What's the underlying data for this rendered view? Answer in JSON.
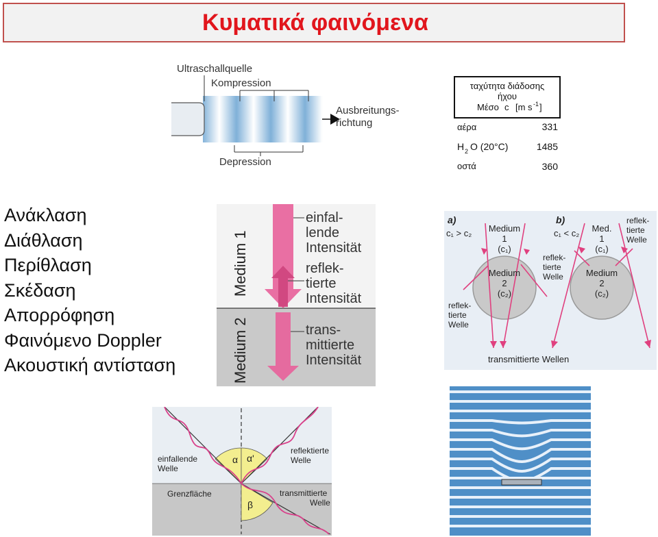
{
  "title": "Κυματικά φαινόμενα",
  "topics": [
    "Ανάκλαση",
    "Διάθλαση",
    "Περίθλαση",
    "Σκέδαση",
    "Απορρόφηση",
    "Φαινόμενο Doppler",
    "Ακουστική αντίσταση"
  ],
  "ultrasound_figure": {
    "source_label": "Ultraschallquelle",
    "compression_label": "Kompression",
    "direction_label_1": "Ausbreitungs-",
    "direction_label_2": "richtung",
    "depression_label": "Depression"
  },
  "speed_table": {
    "header_1": "ταχύτητα διάδοσης",
    "header_2": "ήχου",
    "medium_header": "Μέσο",
    "speed_symbol": "c",
    "unit": "[m s",
    "unit_exp": "-1",
    "unit_close": "]",
    "rows": [
      {
        "medium": "αέρα",
        "value": "331"
      },
      {
        "medium_base": "H",
        "medium_sub": "2",
        "medium_rest": "O (20°C)",
        "value": "1485"
      },
      {
        "medium": "οστά",
        "value": "360"
      }
    ]
  },
  "intensity_figure": {
    "medium1": "Medium 1",
    "medium2": "Medium 2",
    "incident_1": "einfal-",
    "incident_2": "lende",
    "incident_3": "Intensität",
    "reflected_1": "reflek-",
    "reflected_2": "tierte",
    "reflected_3": "Intensität",
    "transmitted_1": "trans-",
    "transmitted_2": "mittierte",
    "transmitted_3": "Intensität"
  },
  "refraction_figure": {
    "a_label": "a)",
    "a_condition": "c₁ > c₂",
    "b_label": "b)",
    "b_condition": "c₁ < c₂",
    "a_medium1": "Medium",
    "a_medium1_num": "1",
    "a_medium1_c": "(c₁)",
    "a_medium2": "Medium",
    "a_medium2_num": "2",
    "a_medium2_c": "(c₂)",
    "b_medium1": "Med.",
    "b_medium1_num": "1",
    "b_medium1_c": "(c₁)",
    "b_medium2": "Medium",
    "b_medium2_num": "2",
    "b_medium2_c": "(c₂)",
    "reflected_a_1": "reflek-",
    "reflected_a_2": "tierte",
    "reflected_a_3": "Welle",
    "reflected_b_1": "reflek-",
    "reflected_b_2": "tierte",
    "reflected_b_3": "Welle",
    "reflected_c_1": "reflek-",
    "reflected_c_2": "tierte",
    "reflected_c_3": "Welle",
    "transmitted": "transmittierte Wellen"
  },
  "wave_interface_figure": {
    "incident_1": "einfallende",
    "incident_2": "Welle",
    "reflected_1": "reflektierte",
    "reflected_2": "Welle",
    "interface": "Grenzfläche",
    "transmitted_1": "transmittierte",
    "transmitted_2": "Welle",
    "alpha": "α",
    "alpha_prime": "α'",
    "beta": "β"
  },
  "colors": {
    "title_red": "#e1161d",
    "title_border": "#c0504d",
    "pink_arrow": "#e8609a",
    "wave_blue": "#4f8fc7",
    "angle_yellow": "#f3ee8f"
  }
}
